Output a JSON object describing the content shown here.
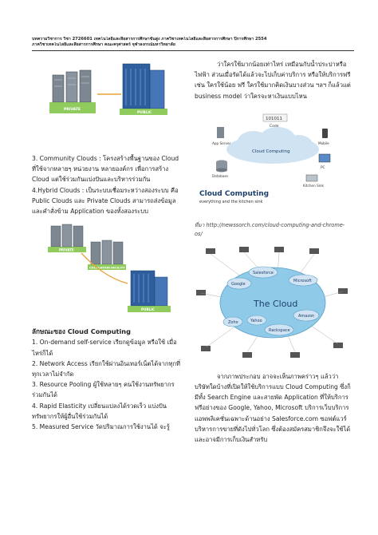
{
  "header": {
    "line1": "บทความวิชาการ วิชา 2726601 เทคโนโลยีและสื่อสารการศึกษาขั้นสูง ภาควิชาเทคโนโลยีและสื่อสารการศึกษา ปีการศึกษา 2554",
    "line2": "ภาควิชาเทคโนโลยีและสื่อสารการศึกษา คณะครุศาสตร์ จุฬาลงกรณ์มหาวิทยาลัย"
  },
  "left": {
    "fig1_labels": {
      "private": "PRIVATE",
      "public": "PUBLIC"
    },
    "para_community": "3. Community Clouds : โครงสร้างพื้นฐานของ Cloud ที่ใช้จากหลายๆ หน่วยงาน หลายองค์กร เพื่อการสร้าง Cloud แต่ใช้ร่วมกันแบ่งปันและบริหารร่วมกัน",
    "para_hybrid": "4.Hybrid Clouds : เป็นระบบเชื่อมระหว่างสองระบบ คือ Public Clouds และ Private Clouds สามารถส่งข้อมูลและคำสั่งข้าม Application ของทั้งสองระบบ",
    "fig2_labels": {
      "private": "PRIVATE",
      "colocation": "COLOCATION FACILITY",
      "public": "PUBLIC"
    },
    "heading": "ลักษณะของ Cloud Computing",
    "items": [
      "1. On-demand self-service เรียกดูข้อมูล หรือใช้ เมื่อไหร่ก็ได้",
      "2. Network Access เรียกใช้ผ่านอินเทอร์เน็ตได้จากทุกที่ทุกเวลาไม่จำกัด",
      "3. Resource Pooling ผู้ใช้หลายๆ คนใช้งานทรัพยากรร่วมกันได้",
      "4. Rapid Elasticity เปลี่ยนแปลงได้รวดเร็ว แบ่งปันทรัพยากรให้ผู้อื่นใช้ร่วมกันได้",
      "5. Measured Service วัดปริมาณการใช้งานได้ จะรู้"
    ]
  },
  "right": {
    "para_top": "ว่าใครใช้มากน้อยเท่าไหร่ เหมือนกับน้ำประปาหรือไฟฟ้า ส่วนเมื่อรัดได้แล้วจะไปเก็บค่าบริการ หรือให้บริการฟรี เช่น ใครใช้น้อย ฟรี ใครใช้มากคิดเงินบางส่วน ฯลฯ ก็แล้วแต่ business model ว่าใครจะหาเงินแบบไหน",
    "fig3": {
      "code_box": "101011",
      "labels": [
        "Code",
        "App Server",
        "Mobile",
        "Cloud Computing",
        "Database",
        "PC",
        "Kitchen Sink"
      ],
      "title": "Cloud Computing",
      "subtitle": "everything and the kitchen sink"
    },
    "caption": "ที่มา http://newssorch.com/cloud-computing-and-chrome-os/",
    "fig4": {
      "center": "The Cloud",
      "nodes": [
        "Salesforce",
        "Microsoft",
        "Google",
        "Amazon",
        "Zoho",
        "Yahoo",
        "Rackspace"
      ]
    },
    "para_bottom": "จากภาพประกอบ อาจจะเห็นภาพคร่าวๆ แล้วว่าบริษัทใดบ้างที่เปิดให้ใช้บริการแบบ Cloud Computing ซึ่งก็มีทั้ง Search Engine และสายพัด Application ที่ให้บริการฟรีอย่างของ Google, Yahoo, Microsoft บริการเว็บบริการแอพพลิเคชั่นเฉพาะด้านอย่าง Salesforce.com ซอฟต์แวร์บริหารการขายที่ดังไปทั่วโลก ซึ่งต้องสมัครสมาชิกจึงจะใช้ได้ และอาจมีการเก็บเงินสำหรับ"
  },
  "colors": {
    "cloud_blue": "#cfe3f3",
    "green": "#7cc242",
    "gold": "#e8a238",
    "navy": "#1d3f6b"
  }
}
